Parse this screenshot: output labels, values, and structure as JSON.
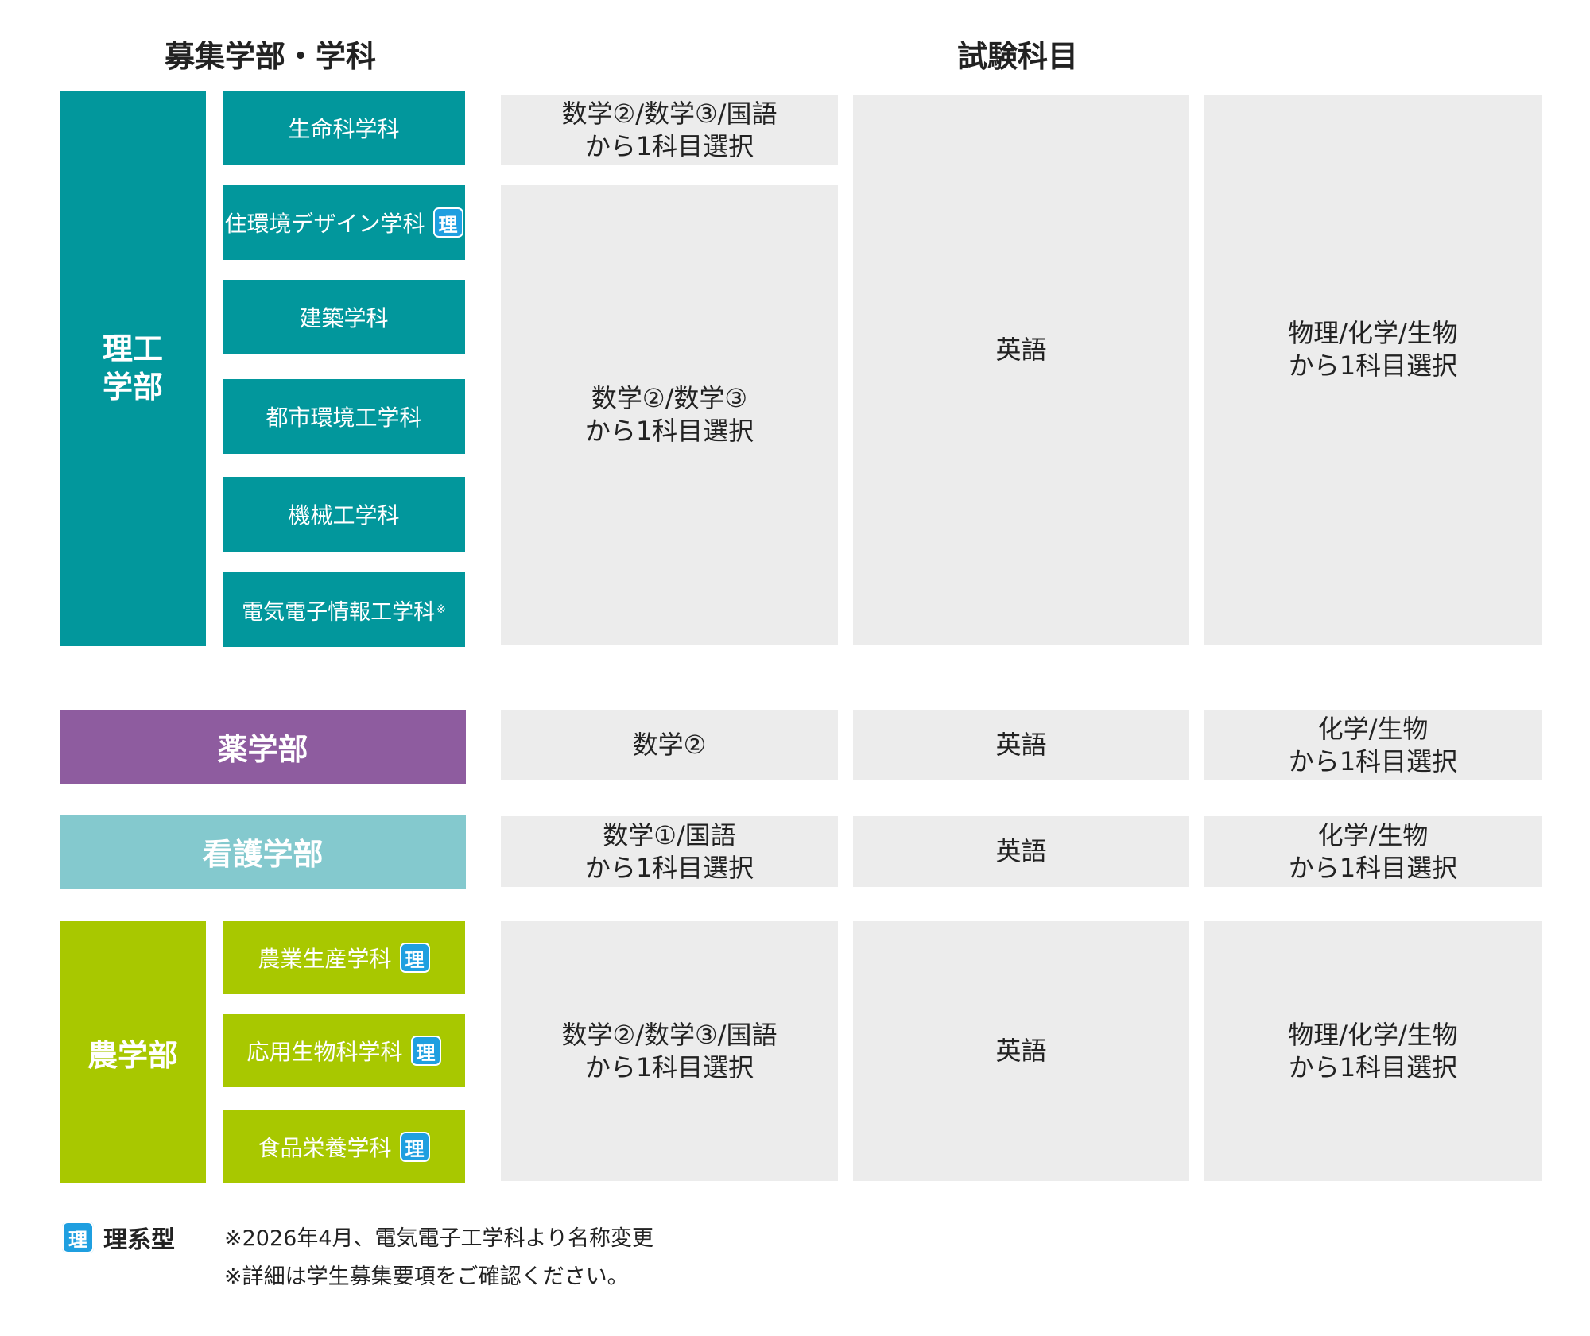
{
  "headers": {
    "departments": "募集学部・学科",
    "subjects": "試験科目"
  },
  "faculties": {
    "science_engineering": {
      "name_line1": "理工",
      "name_line2": "学部",
      "departments": [
        {
          "name": "生命科学科",
          "badge": ""
        },
        {
          "name": "住環境デザイン学科",
          "badge": "理"
        },
        {
          "name": "建築学科",
          "badge": ""
        },
        {
          "name": "都市環境工学科",
          "badge": ""
        },
        {
          "name": "機械工学科",
          "badge": ""
        },
        {
          "name": "電気電子情報工学科",
          "note_mark": "※"
        }
      ],
      "math_a": {
        "line1": "数学②/数学③/国語",
        "line2": "から1科目選択"
      },
      "math_b": {
        "line1": "数学②/数学③",
        "line2": "から1科目選択"
      },
      "english": "英語",
      "science": {
        "line1": "物理/化学/生物",
        "line2": "から1科目選択"
      }
    },
    "pharmacy": {
      "name": "薬学部",
      "math": "数学②",
      "english": "英語",
      "science": {
        "line1": "化学/生物",
        "line2": "から1科目選択"
      }
    },
    "nursing": {
      "name": "看護学部",
      "math": {
        "line1": "数学①/国語",
        "line2": "から1科目選択"
      },
      "english": "英語",
      "science": {
        "line1": "化学/生物",
        "line2": "から1科目選択"
      }
    },
    "agriculture": {
      "name": "農学部",
      "departments": [
        {
          "name": "農業生産学科",
          "badge": "理"
        },
        {
          "name": "応用生物科学科",
          "badge": "理"
        },
        {
          "name": "食品栄養学科",
          "badge": "理"
        }
      ],
      "math": {
        "line1": "数学②/数学③/国語",
        "line2": "から1科目選択"
      },
      "english": "英語",
      "science": {
        "line1": "物理/化学/生物",
        "line2": "から1科目選択"
      }
    }
  },
  "legend": {
    "badge": "理",
    "label": "理系型"
  },
  "notes": [
    "※2026年4月、電気電子工学科より名称変更",
    "※詳細は学生募集要項をご確認ください。"
  ],
  "colors": {
    "science_engineering": "#02979c",
    "pharmacy": "#8e5c9f",
    "nursing": "#84c9ce",
    "agriculture": "#a8c800",
    "subject_cell": "#ececec",
    "badge": "#1f9fe0"
  }
}
